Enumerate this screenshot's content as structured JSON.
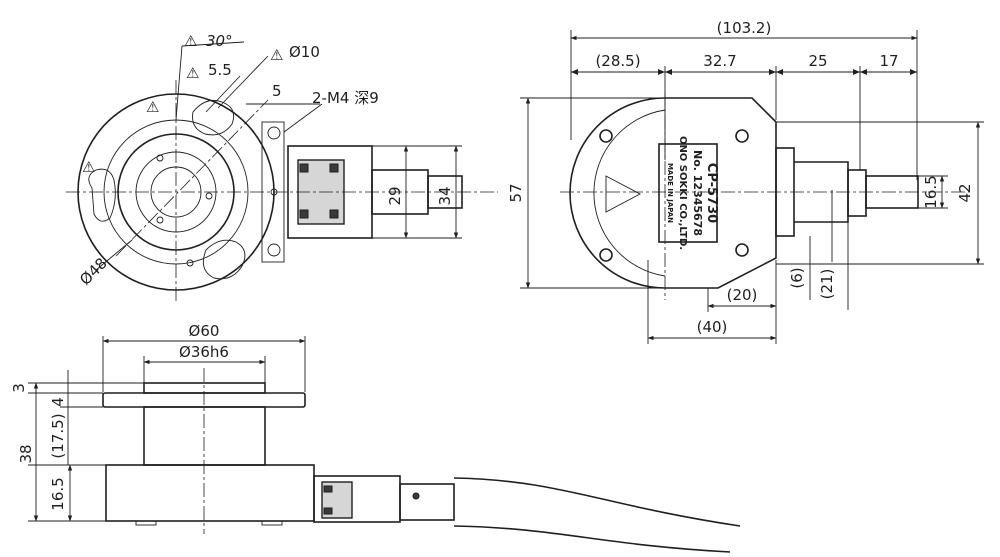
{
  "front_view": {
    "angle_30": "30°",
    "dia_10": "Ø10",
    "r_5_5": "5.5",
    "dim_5": "5",
    "tapped_holes": "2-M4 深9",
    "dim_29": "29",
    "dim_34": "34",
    "dia_48": "Ø48"
  },
  "top_view": {
    "overall_103_2": "(103.2)",
    "dim_28_5": "(28.5)",
    "dim_32_7": "32.7",
    "dim_25": "25",
    "dim_17": "17",
    "dim_57": "57",
    "dim_16_5": "16.5",
    "dim_42": "42",
    "dim_6": "(6)",
    "dim_21": "(21)",
    "dim_20": "(20)",
    "dim_40": "(40)",
    "nameplate": {
      "model": "CP-5730",
      "serial": "No. 12345678",
      "maker": "ONO SOKKI CO.,LTD.",
      "origin": "MADE IN JAPAN"
    }
  },
  "side_view": {
    "dia_60": "Ø60",
    "dia_36h6": "Ø36h6",
    "dim_3": "3",
    "dim_4": "4",
    "dim_17_5": "(17.5)",
    "dim_38": "38",
    "dim_16_5": "16.5"
  },
  "warning_symbol": "⚠"
}
